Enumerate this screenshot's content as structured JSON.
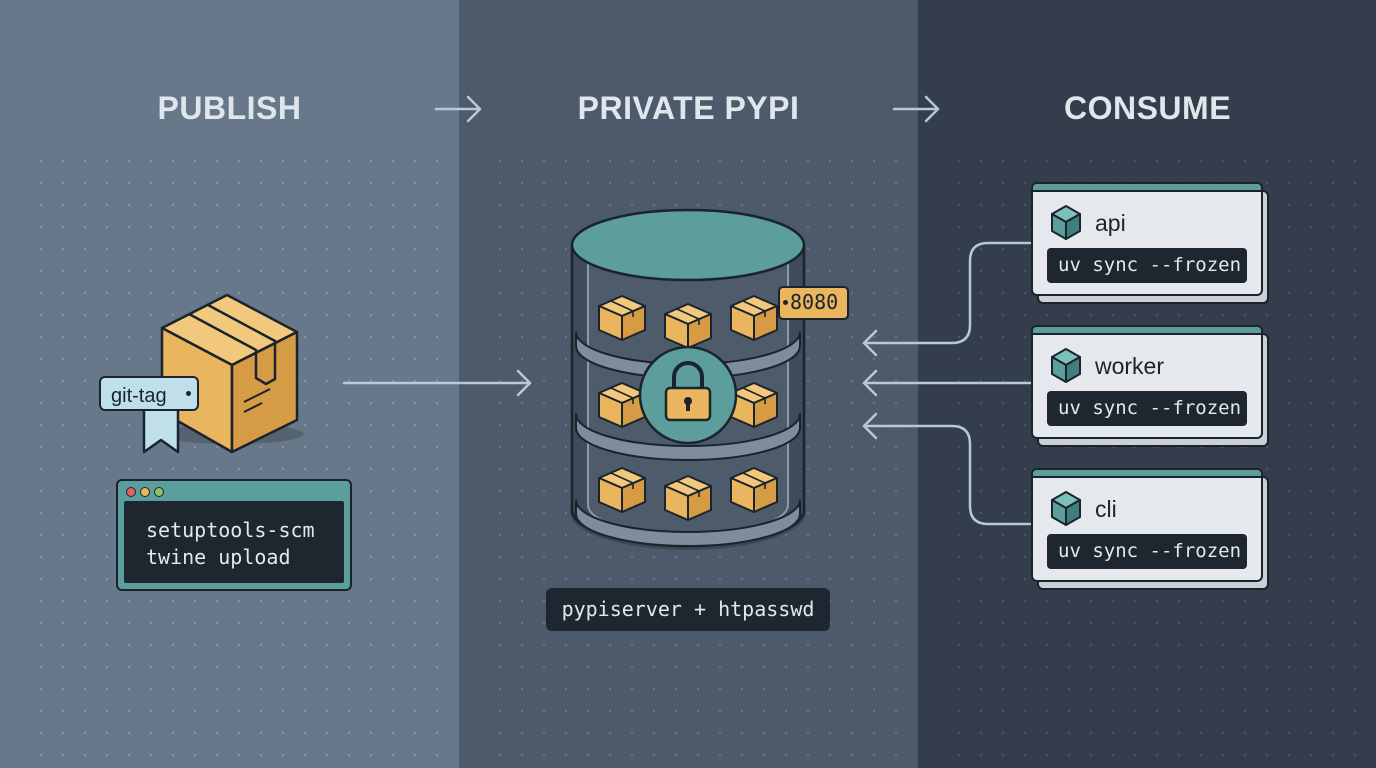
{
  "stages": {
    "publish": "PUBLISH",
    "registry": "PRIVATE PYPI",
    "consume": "CONSUME"
  },
  "publish": {
    "tag_label": "git-tag",
    "terminal_lines": [
      "setuptools-scm",
      "twine upload"
    ],
    "terminal_dots": [
      "#e0645c",
      "#e9b55e",
      "#8cc46a"
    ]
  },
  "registry": {
    "port": "8080",
    "command": "pypiserver + htpasswd"
  },
  "consumers": [
    {
      "name": "api",
      "command": "uv sync --frozen"
    },
    {
      "name": "worker",
      "command": "uv sync --frozen"
    },
    {
      "name": "cli",
      "command": "uv sync --frozen"
    }
  ],
  "colors": {
    "accent_teal": "#5b9e9c",
    "package_orange": "#e9b55e",
    "outline": "#1b232c",
    "flow_line": "#b8c8d6"
  }
}
